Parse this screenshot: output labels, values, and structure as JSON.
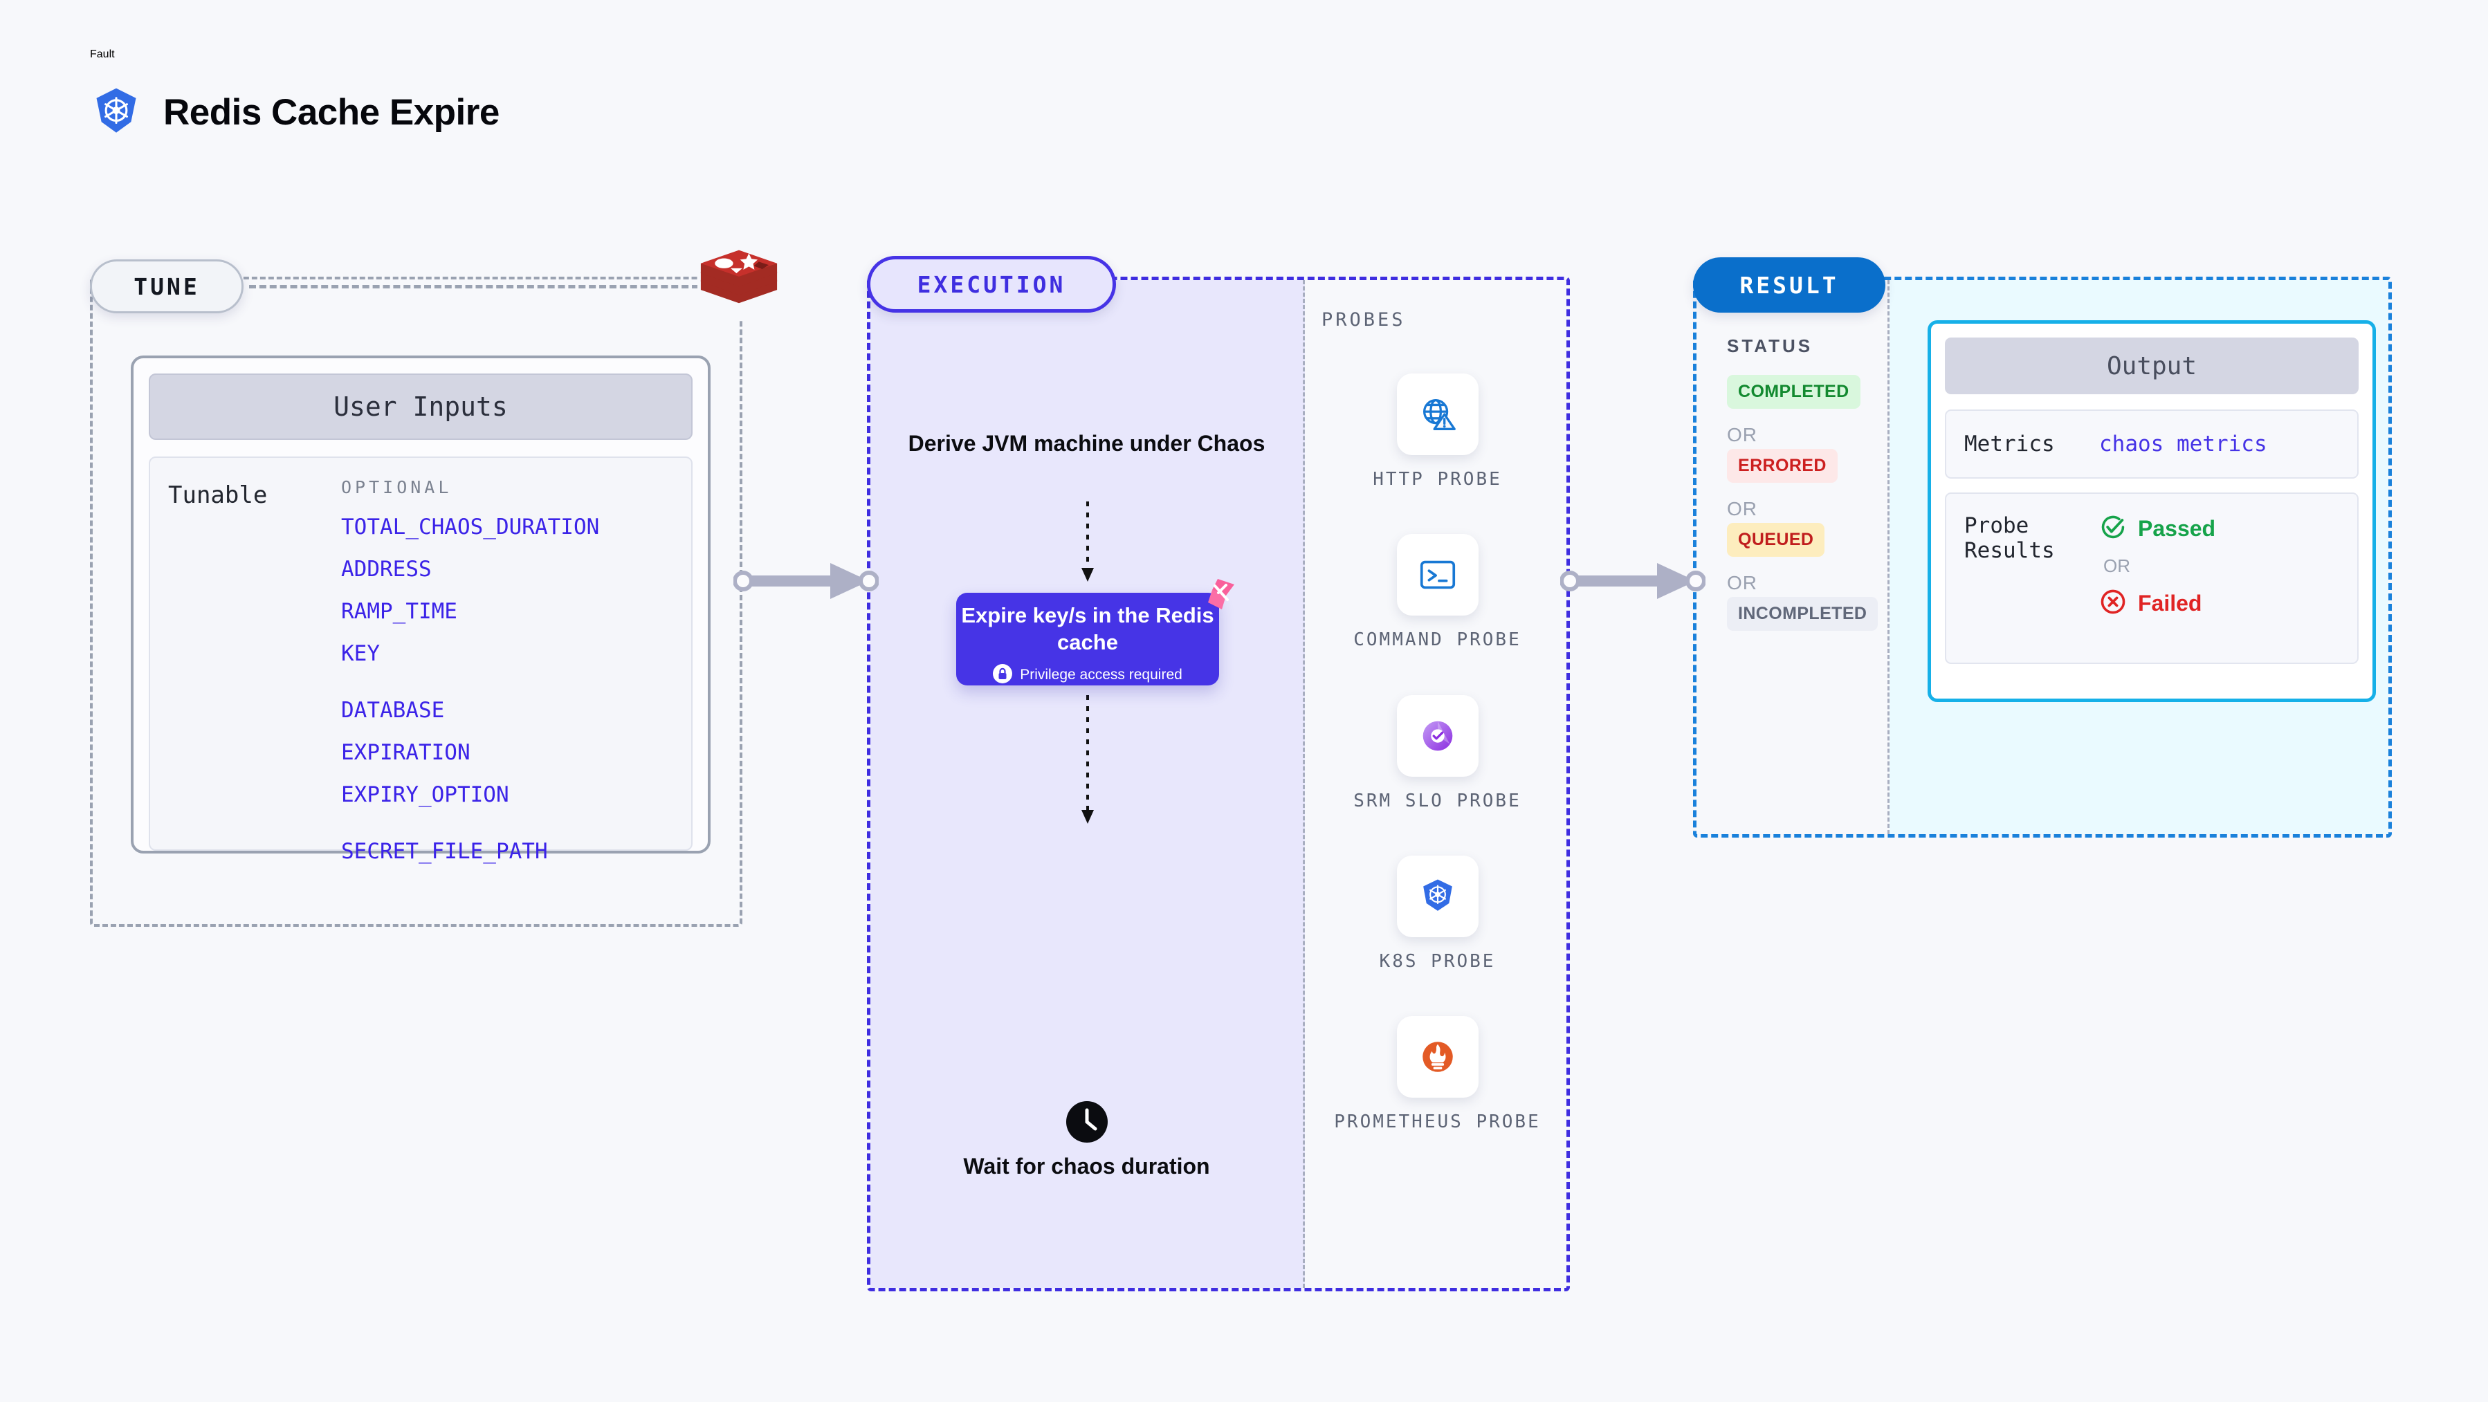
{
  "header": {
    "eyebrow": "Fault",
    "title": "Redis Cache Expire",
    "icon": "kubernetes-icon"
  },
  "tune": {
    "badge": "TUNE",
    "logo_icon": "redis-logo-icon",
    "user_inputs_title": "User Inputs",
    "tunable_label": "Tunable",
    "optional_label": "OPTIONAL",
    "params": [
      "TOTAL_CHAOS_DURATION",
      "ADDRESS",
      "RAMP_TIME",
      "KEY",
      "DATABASE",
      "EXPIRATION",
      "EXPIRY_OPTION",
      "SECRET_FILE_PATH"
    ]
  },
  "execution": {
    "badge": "EXECUTION",
    "derive_step": "Derive JVM machine under Chaos",
    "action": {
      "title": "Expire key/s in the Redis cache",
      "privilege_note": "Privilege access required",
      "lock_icon": "lock-icon",
      "ribbon_icon": "ribbon-icon"
    },
    "wait_step": {
      "label": "Wait for chaos duration",
      "icon": "clock-icon"
    }
  },
  "probes": {
    "label": "PROBES",
    "items": [
      {
        "label": "HTTP PROBE",
        "icon": "globe-warning-icon"
      },
      {
        "label": "COMMAND PROBE",
        "icon": "terminal-icon"
      },
      {
        "label": "SRM SLO PROBE",
        "icon": "srm-slo-icon"
      },
      {
        "label": "K8S PROBE",
        "icon": "kubernetes-icon"
      },
      {
        "label": "PROMETHEUS PROBE",
        "icon": "prometheus-icon"
      }
    ]
  },
  "result": {
    "badge": "RESULT",
    "status_label": "STATUS",
    "or": "OR",
    "statuses": [
      {
        "label": "COMPLETED",
        "bg": "#d9f7dd",
        "fg": "#12892f"
      },
      {
        "label": "ERRORED",
        "bg": "#fde8e8",
        "fg": "#cc1f1f"
      },
      {
        "label": "QUEUED",
        "bg": "#fdedbe",
        "fg": "#c01d1d"
      },
      {
        "label": "INCOMPLETED",
        "bg": "#eceef5",
        "fg": "#606779"
      }
    ],
    "output": {
      "title": "Output",
      "metrics_key": "Metrics",
      "metrics_value": "chaos metrics",
      "probe_results_key": "Probe Results",
      "passed_label": "Passed",
      "failed_label": "Failed",
      "or": "OR",
      "passed_icon": "check-circle-icon",
      "failed_icon": "x-circle-icon"
    }
  },
  "connectors": {
    "arrow1": "arrow-tune-to-execution",
    "arrow2": "arrow-execution-to-result"
  },
  "colors": {
    "accent_indigo": "#4633e6",
    "accent_blue": "#0a6fcb",
    "accent_cyan": "#16b0e8",
    "param_blue": "#3b23e8"
  }
}
